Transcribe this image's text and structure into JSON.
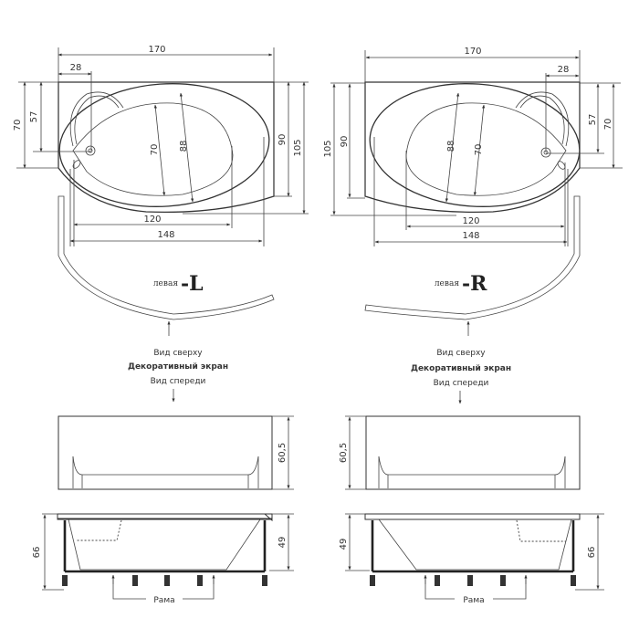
{
  "drawing": {
    "left_variant": {
      "side_word": "левая",
      "side_code": "-L",
      "top_view_dims": {
        "overall_length": "170",
        "drain_offset": "28",
        "left_height_outer": "70",
        "left_height_inner": "57",
        "inner_bowl_width": "70",
        "outer_bowl_width": "88",
        "right_height_inner": "90",
        "right_height_outer": "105",
        "inner_length": "120",
        "outer_length": "148"
      },
      "labels": {
        "top_view": "Вид сверху",
        "screen": "Декоративный экран",
        "front_view": "Вид спереди"
      },
      "front_view_dims": {
        "screen_height": "60,5",
        "total_height": "66",
        "bowl_height": "49",
        "frame_label": "Рама"
      }
    },
    "right_variant": {
      "side_word": "левая",
      "side_code": "-R",
      "top_view_dims": {
        "overall_length": "170",
        "drain_offset": "28",
        "right_height_outer": "70",
        "right_height_inner": "57",
        "inner_bowl_width": "70",
        "outer_bowl_width": "88",
        "left_height_inner": "90",
        "left_height_outer": "105",
        "inner_length": "120",
        "outer_length": "148"
      },
      "labels": {
        "top_view": "Вид сверху",
        "screen": "Декоративный экран",
        "front_view": "Вид спереди"
      },
      "front_view_dims": {
        "screen_height": "60,5",
        "total_height": "66",
        "bowl_height": "49",
        "frame_label": "Рама"
      }
    }
  }
}
